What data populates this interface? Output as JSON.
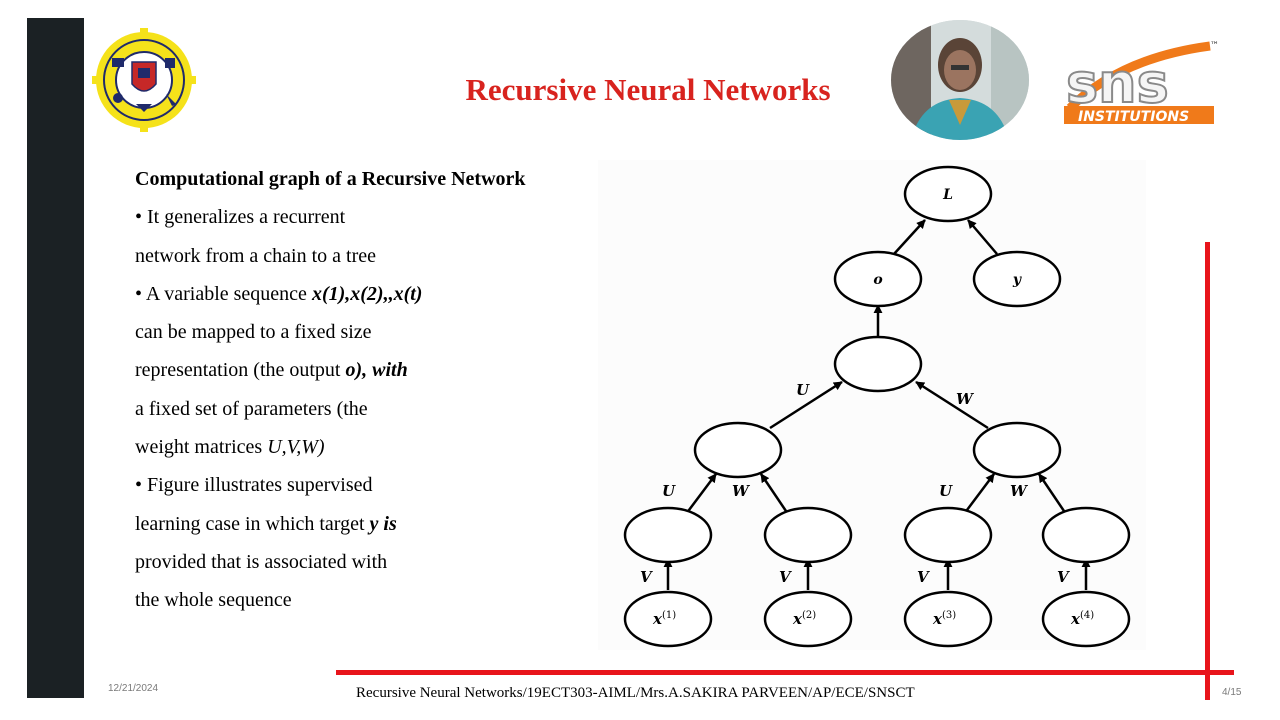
{
  "slide": {
    "title": "Recursive Neural Networks",
    "date": "12/21/2024",
    "footer": "Recursive Neural Networks/19ECT303-AIML/Mrs.A.SAKIRA PARVEEN/AP/ECE/SNSCT",
    "page": "4/15"
  },
  "logos": {
    "sns_text": "sns",
    "sns_sub": "INSTITUTIONS",
    "tm": "™"
  },
  "content": {
    "heading": "Computational graph of a Recursive Network",
    "l1": "• It generalizes a recurrent",
    "l2": "network from a chain to a tree",
    "l3_a": "• A variable sequence ",
    "l3_b": "x(1),x(2),,x(t)",
    "l4": "can be mapped to a fixed size",
    "l5_a": "representation (the output ",
    "l5_b": "o), with",
    "l6": "a fixed set of parameters (the",
    "l7_a": "weight matrices ",
    "l7_b": "U,V,W)",
    "l8": "• Figure illustrates supervised",
    "l9_a": "learning case in which target ",
    "l9_b": "y is",
    "l10": "provided that is associated with",
    "l11": "the whole sequence"
  },
  "graph": {
    "node_L": "L",
    "node_o": "o",
    "node_y": "y",
    "x_base": "x",
    "x1_sup": "(1)",
    "x2_sup": "(2)",
    "x3_sup": "(3)",
    "x4_sup": "(4)",
    "U": "U",
    "W": "W",
    "V": "V"
  },
  "colors": {
    "title": "#d8231e",
    "accent_red": "#e8141b",
    "left_bar": "#1b2124",
    "logo_yellow": "#f5e21a",
    "logo_navy": "#1f2a6b"
  }
}
